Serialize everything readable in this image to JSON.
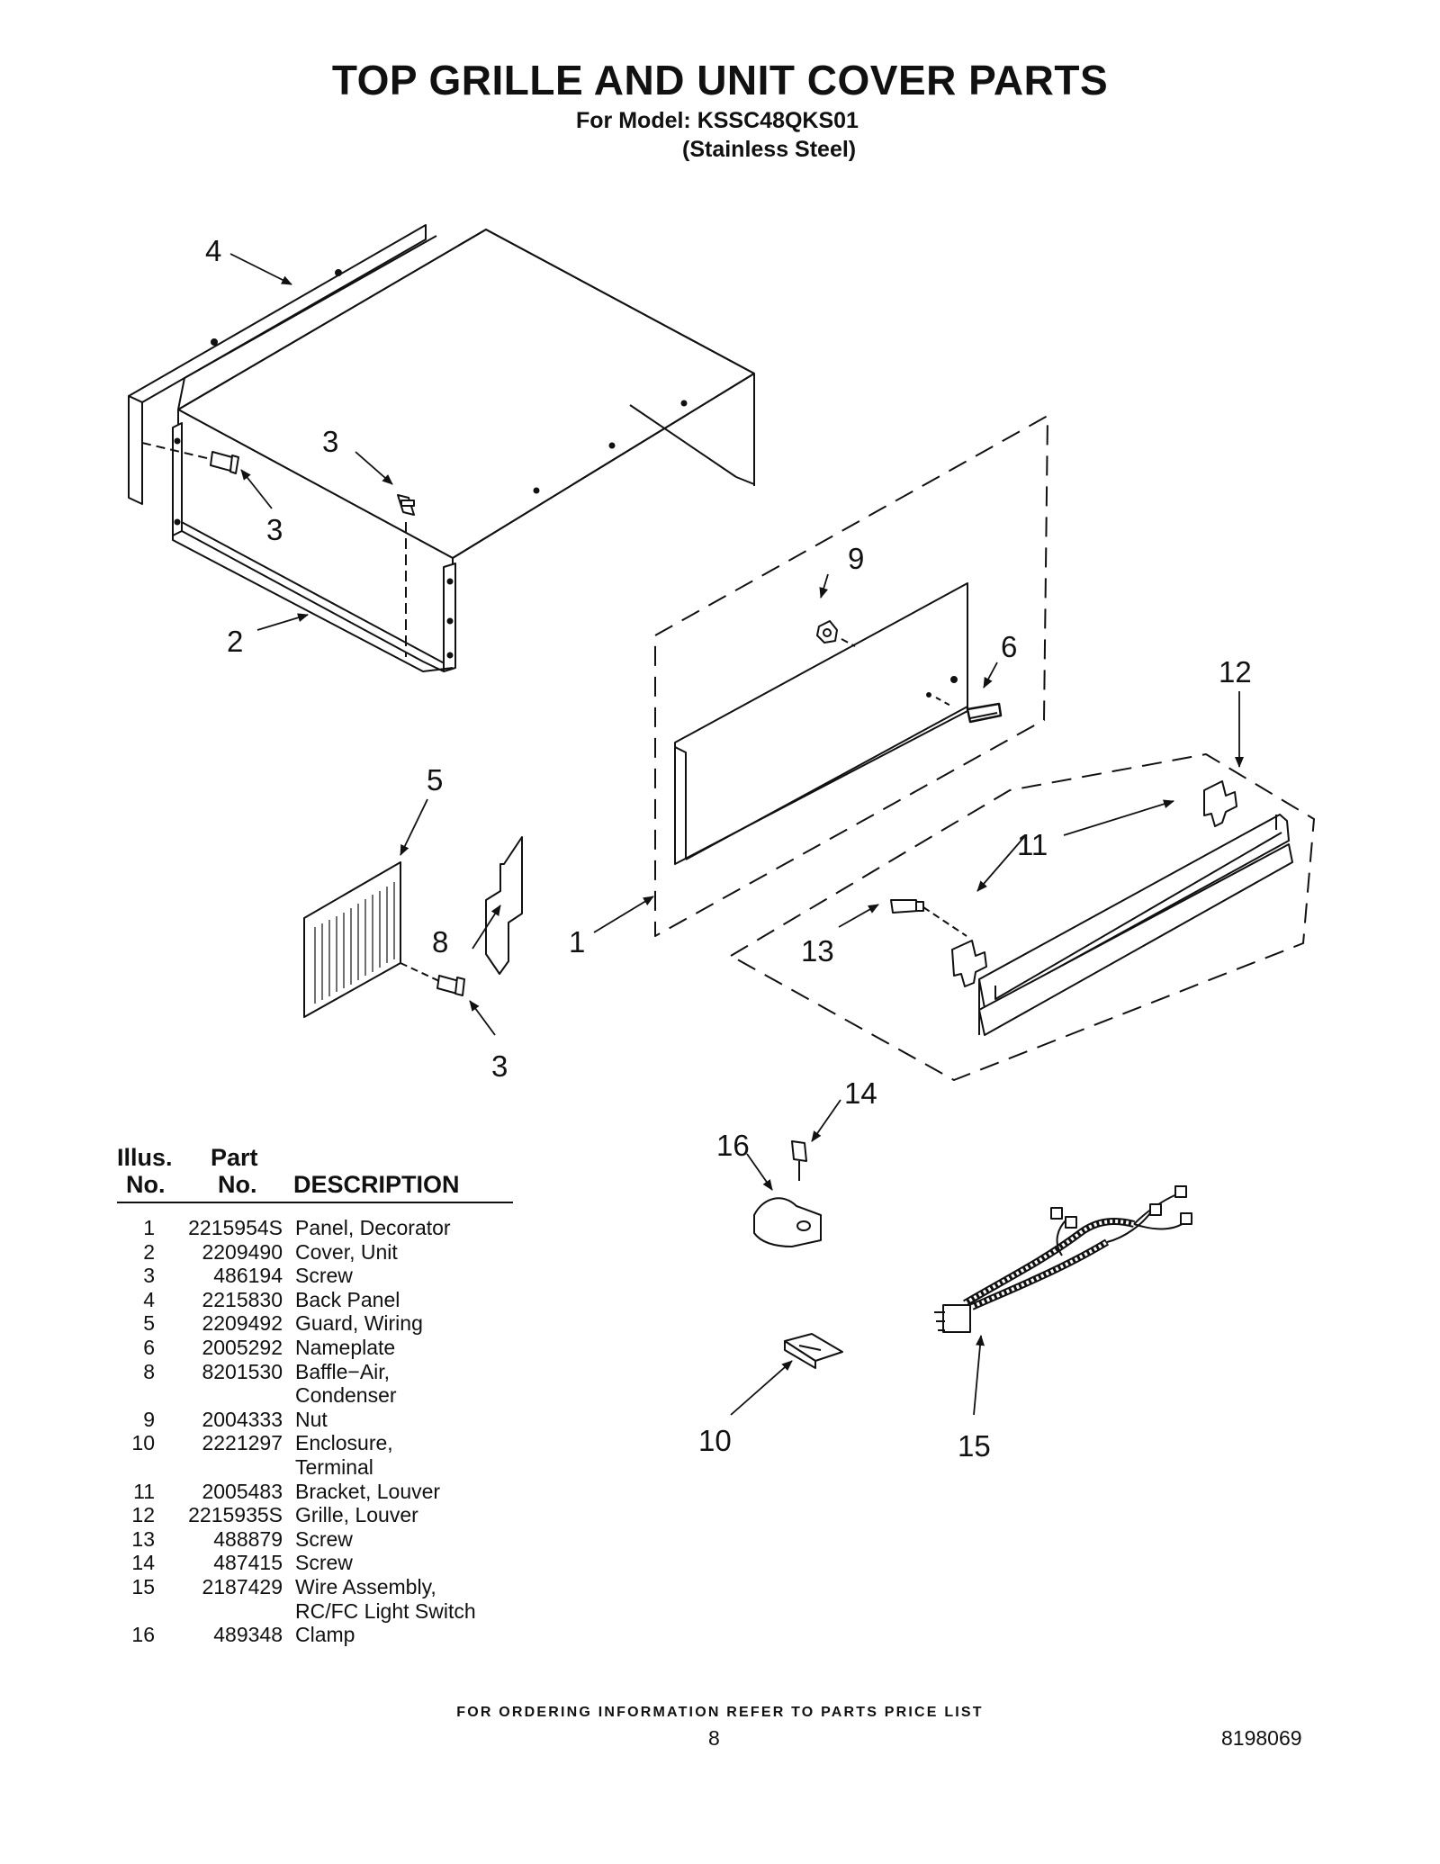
{
  "header": {
    "title": "TOP GRILLE AND UNIT COVER PARTS",
    "model_line": "For Model: KSSC48QKS01",
    "finish_line": "(Stainless Steel)"
  },
  "callouts": [
    "4",
    "3",
    "3",
    "2",
    "9",
    "6",
    "12",
    "5",
    "11",
    "8",
    "1",
    "13",
    "3",
    "14",
    "16",
    "10",
    "15"
  ],
  "parts_table": {
    "headers": {
      "illus_top": "Illus.",
      "illus_bottom": "No.",
      "part_top": "Part",
      "part_bottom": "No.",
      "description": "DESCRIPTION"
    },
    "rows": [
      {
        "illus": "1",
        "part": "2215954S",
        "desc": [
          "Panel, Decorator"
        ]
      },
      {
        "illus": "2",
        "part": "2209490",
        "desc": [
          "Cover, Unit"
        ]
      },
      {
        "illus": "3",
        "part": "486194",
        "desc": [
          "Screw"
        ]
      },
      {
        "illus": "4",
        "part": "2215830",
        "desc": [
          "Back Panel"
        ]
      },
      {
        "illus": "5",
        "part": "2209492",
        "desc": [
          "Guard, Wiring"
        ]
      },
      {
        "illus": "6",
        "part": "2005292",
        "desc": [
          "Nameplate"
        ]
      },
      {
        "illus": "8",
        "part": "8201530",
        "desc": [
          "Baffle−Air,",
          "Condenser"
        ]
      },
      {
        "illus": "9",
        "part": "2004333",
        "desc": [
          "Nut"
        ]
      },
      {
        "illus": "10",
        "part": "2221297",
        "desc": [
          "Enclosure,",
          "Terminal"
        ]
      },
      {
        "illus": "11",
        "part": "2005483",
        "desc": [
          "Bracket, Louver"
        ]
      },
      {
        "illus": "12",
        "part": "2215935S",
        "desc": [
          "Grille, Louver"
        ]
      },
      {
        "illus": "13",
        "part": "488879",
        "desc": [
          "Screw"
        ]
      },
      {
        "illus": "14",
        "part": "487415",
        "desc": [
          "Screw"
        ]
      },
      {
        "illus": "15",
        "part": "2187429",
        "desc": [
          "Wire Assembly,",
          "RC/FC Light Switch"
        ]
      },
      {
        "illus": "16",
        "part": "489348",
        "desc": [
          "Clamp"
        ]
      }
    ]
  },
  "footer": {
    "ordering_note": "FOR ORDERING INFORMATION REFER TO PARTS PRICE LIST",
    "page_number": "8",
    "document_number": "8198069"
  }
}
